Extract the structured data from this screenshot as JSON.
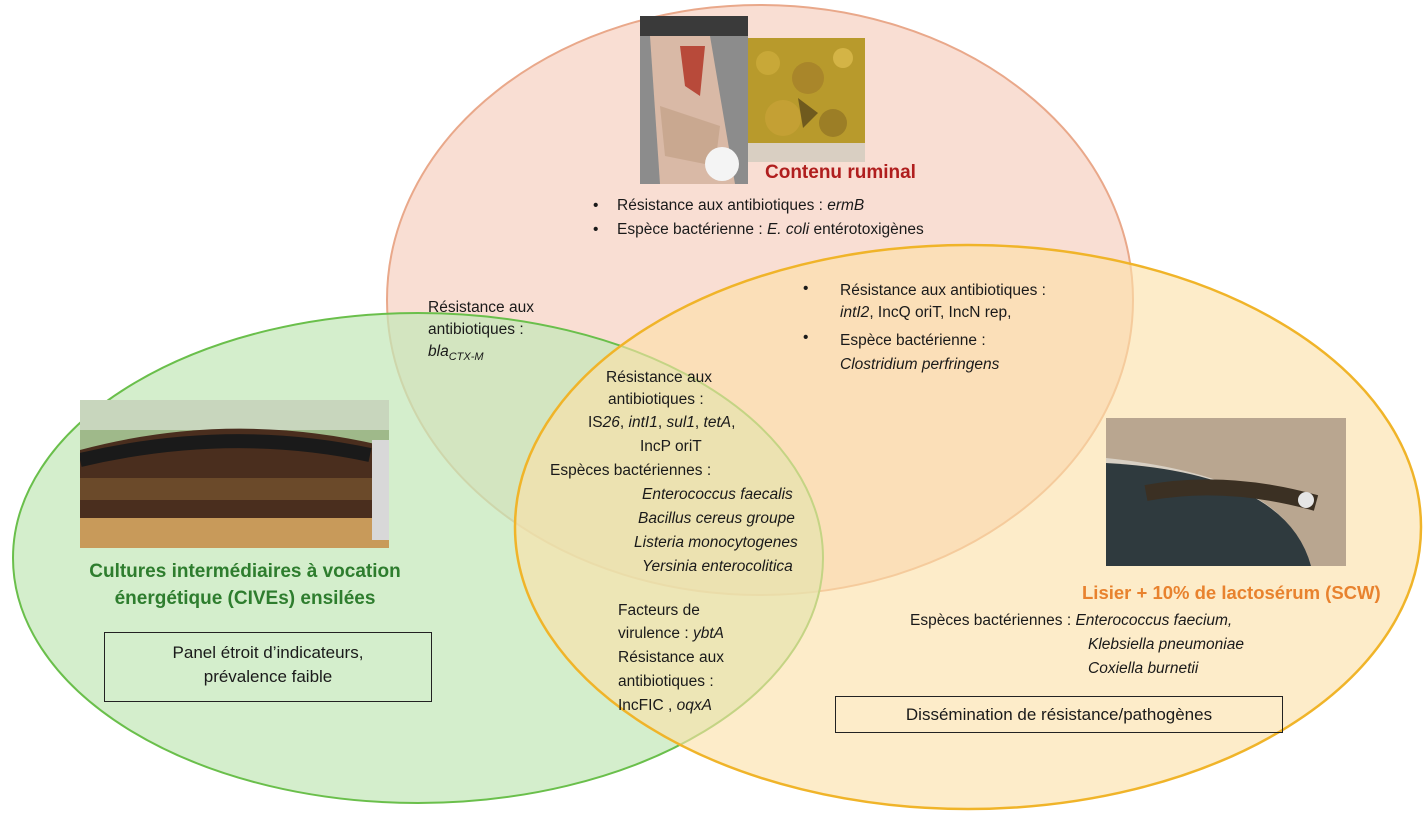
{
  "circles": {
    "top": {
      "fill": "#f7d3c4",
      "stroke": "#e9a88a"
    },
    "left": {
      "fill": "#c4e8b8",
      "stroke": "#6abf4b"
    },
    "right": {
      "fill": "#fbe0a8",
      "stroke": "#f0b429"
    }
  },
  "top": {
    "title": "Contenu ruminal",
    "line1_label": "Résistance aux antibiotiques : ",
    "line1_gene": "ermB",
    "line2_label": "Espèce bactérienne : ",
    "line2_species": "E. coli",
    "line2_suffix": " entérotoxigènes"
  },
  "top_left_overlap": {
    "line1": "Résistance aux",
    "line2": "antibiotiques :",
    "gene": "bla",
    "gene_sub": "CTX-M"
  },
  "top_right_overlap": {
    "line1": "Résistance aux antibiotiques :",
    "gene1": "intI2",
    "rest": ", IncQ oriT, IncN rep,",
    "line3": "Espèce bactérienne :",
    "species": "Clostridium perfringens"
  },
  "center": {
    "line1": "Résistance aux",
    "line2": "antibiotiques :",
    "is": "IS",
    "is_num": "26",
    "genes": [
      "intI1",
      "sul1",
      "tetA"
    ],
    "incp": "IncP oriT",
    "species_label": "Espèces bactériennes :",
    "species": [
      "Enterococcus faecalis",
      "Bacillus cereus groupe",
      "Listeria monocytogenes",
      "Yersinia enterocolitica"
    ]
  },
  "left_right_overlap": {
    "line1": "Facteurs de",
    "line2_label": "virulence : ",
    "line2_gene": "ybtA",
    "line3": "Résistance aux",
    "line4": "antibiotiques :",
    "line5_a": "IncFIC , ",
    "line5_gene": "oqxA"
  },
  "left": {
    "title_line1": "Cultures intermédiaires à vocation",
    "title_line2": "énergétique (CIVEs) ensilées",
    "box_line1": "Panel étroit d’indicateurs,",
    "box_line2": "prévalence faible"
  },
  "right": {
    "title": "Lisier + 10% de lactosérum (SCW)",
    "species_label": "Espèces bactériennes : ",
    "species": [
      "Enterococcus faecium,",
      "Klebsiella pneumoniae",
      "Coxiella burnetii"
    ],
    "box": "Dissémination de résistance/pathogènes"
  }
}
